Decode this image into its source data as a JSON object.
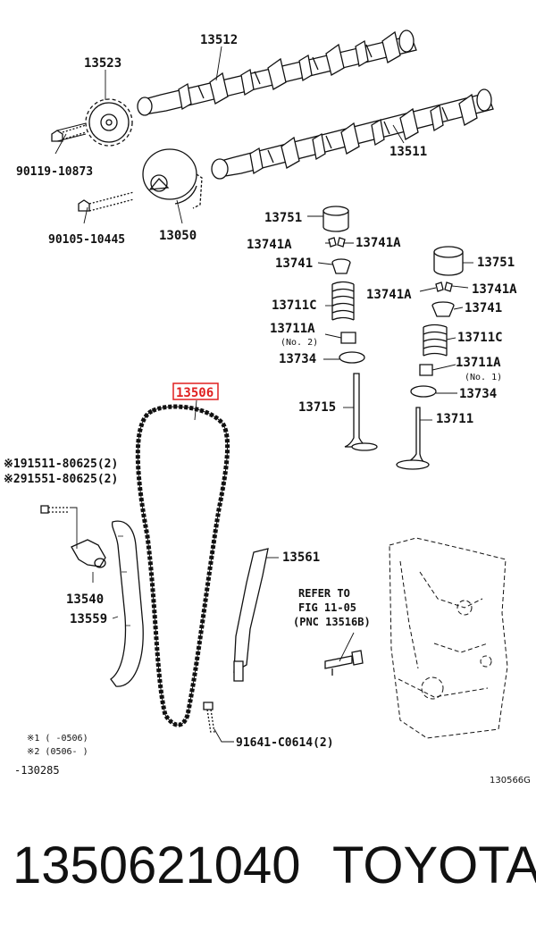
{
  "callouts": {
    "p13512": "13512",
    "p13523": "13523",
    "p90119": "90119-10873",
    "p13511": "13511",
    "p90105": "90105-10445",
    "p13050": "13050",
    "p13751a": "13751",
    "p13741a_l1": "13741A",
    "p13741a_r1": "13741A",
    "p13741_1": "13741",
    "p13711c_1": "13711C",
    "p13711a_1": "13711A",
    "no2": "(No. 2)",
    "p13734_1": "13734",
    "p13715": "13715",
    "p13751b": "13751",
    "p13741a_l2": "13741A",
    "p13741a_r2": "13741A",
    "p13741_2": "13741",
    "p13711c_2": "13711C",
    "p13711a_2": "13711A",
    "no1": "(No. 1)",
    "p13734_2": "13734",
    "p13711": "13711",
    "p13506": "13506",
    "bolt1": "※191511-80625(2)",
    "bolt2": "※291551-80625(2)",
    "p13540": "13540",
    "p13559": "13559",
    "p13561": "13561",
    "refer1": "REFER TO",
    "refer2": "FIG 11-05",
    "refer3": "(PNC 13516B)",
    "p91641": "91641-C0614(2)",
    "note1": "※1  (      -0506)",
    "note2": "※2  (0506-       )",
    "range": "-130285",
    "figcode": "130566G"
  },
  "footer": {
    "part_number": "1350621040",
    "brand": "TOYOTA"
  },
  "colors": {
    "highlight": "#e02020",
    "line": "#111111"
  }
}
